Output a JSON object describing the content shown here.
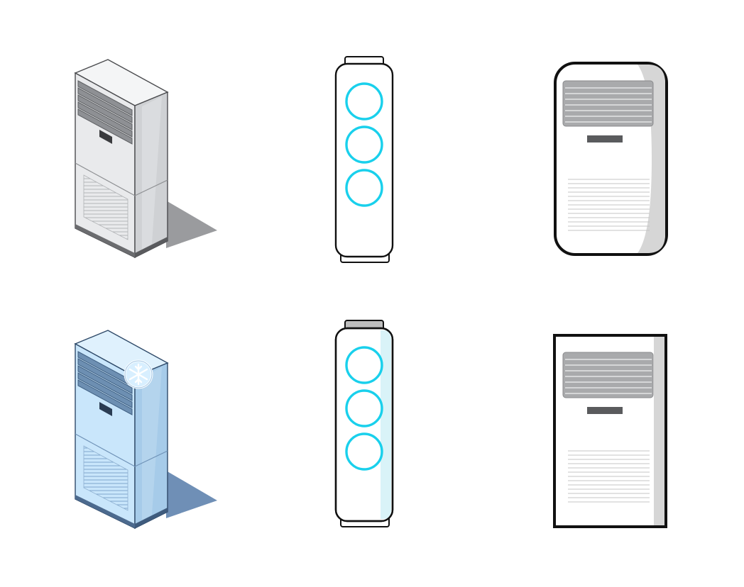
{
  "illustrations": [
    {
      "id": "iso-unit-gray",
      "style": "isometric",
      "fill": "#e6e7e9",
      "side": "#c9cbcf",
      "shadow": "#9a9b9e"
    },
    {
      "id": "tower-unit-outline",
      "style": "flat-outline",
      "ring_color": "#19d0ec"
    },
    {
      "id": "rounded-panel-unit",
      "style": "flat",
      "grille": "#a9aaac"
    },
    {
      "id": "iso-unit-blue",
      "style": "isometric",
      "fill": "#c9e6fb",
      "side": "#a6cbe9",
      "shadow": "#6f8fb6",
      "badge_icon": "snowflake-icon"
    },
    {
      "id": "tower-unit-light",
      "style": "flat-outline",
      "ring_color": "#19d0ec",
      "cap": "#bdbdbd"
    },
    {
      "id": "square-panel-unit",
      "style": "flat",
      "grille": "#a9aaac"
    }
  ]
}
